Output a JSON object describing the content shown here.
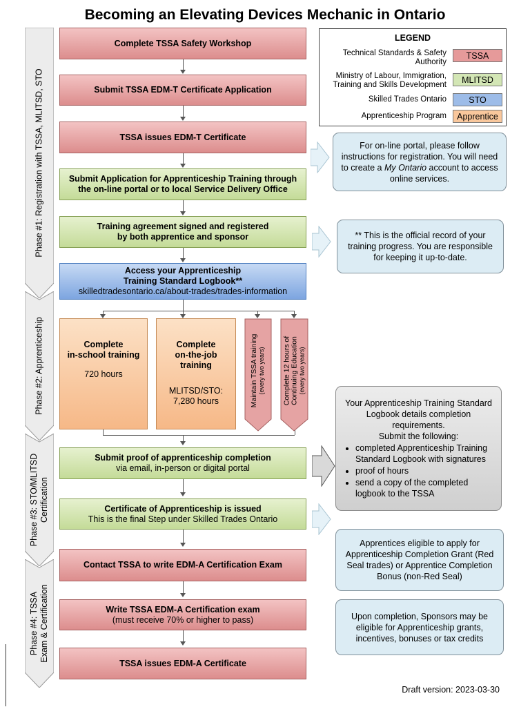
{
  "title": "Becoming an Elevating Devices Mechanic in Ontario",
  "phases": [
    {
      "label_lines": [
        "Phase #1: Registration with TSSA, MLITSD, STO"
      ]
    },
    {
      "label_lines": [
        "Phase #2: Apprenticeship"
      ]
    },
    {
      "label_lines": [
        "Phase #3: STO/MLITSD",
        "Certification"
      ]
    },
    {
      "label_lines": [
        "Phase #4: TSSA",
        "Exam & Certification"
      ]
    }
  ],
  "legend": {
    "title": "LEGEND",
    "rows": [
      {
        "text": "Technical Standards & Safety Authority",
        "chip": "TSSA",
        "color": "#e69a9a"
      },
      {
        "text": "Ministry of Labour, Immigration, Training and Skills Development",
        "chip": "MLITSD",
        "color": "#d3e6b5"
      },
      {
        "text": "Skilled Trades Ontario",
        "chip": "STO",
        "color": "#9dbce8"
      },
      {
        "text": "Apprenticeship Program",
        "chip": "Apprentice",
        "color": "#f9c79c"
      }
    ]
  },
  "steps": {
    "s1": "Complete TSSA Safety Workshop",
    "s2": "Submit TSSA EDM-T Certificate Application",
    "s3": "TSSA issues EDM-T Certificate",
    "s4_line1": "Submit Application for Apprenticeship Training through",
    "s4_line2": "the on-line portal or to local Service Delivery Office",
    "s5_line1": "Training agreement signed and registered",
    "s5_line2": "by both apprentice and sponsor",
    "s6_line1": "Access your Apprenticeship",
    "s6_line2": "Training Standard Logbook**",
    "s6_line3": "skilledtradesontario.ca/about-trades/trades-information",
    "school_line1": "Complete",
    "school_line2": "in-school training",
    "school_hours": "720 hours",
    "job_line1": "Complete",
    "job_line2": "on-the-job",
    "job_line3": "training",
    "job_hours_line1": "MLITSD/STO:",
    "job_hours_line2": "7,280 hours",
    "ribbon1_line1": "Maintain TSSA training",
    "ribbon1_line2": "(every two years)",
    "ribbon2_line1": "Complete 12 hours of",
    "ribbon2_line2": "Continuing Education",
    "ribbon2_line3": "(every two years)",
    "s7_line1": "Submit proof of apprenticeship completion",
    "s7_line2": "via email, in-person or digital portal",
    "s8_line1": "Certificate of Apprenticeship is issued",
    "s8_line2": "This is the final Step under Skilled Trades Ontario",
    "s9": "Contact TSSA to write EDM-A Certification Exam",
    "s10_line1": "Write TSSA EDM-A Certification exam",
    "s10_line2": "(must receive 70% or higher to pass)",
    "s11": "TSSA issues EDM-A Certificate"
  },
  "notes": {
    "n1_pre": "For on-line portal, please follow instructions for registration. You will need to create a ",
    "n1_em": "My Ontario",
    "n1_post": " account to access online services.",
    "n2": "** This is the official record of your training progress. You are responsible for keeping it up-to-date.",
    "n3_intro": "Your Apprenticeship Training Standard Logbook details completion requirements.",
    "n3_submit": "Submit the following:",
    "n3_items": [
      "completed Apprenticeship Training Standard Logbook with signatures",
      "proof of hours",
      "send a copy of the completed logbook to the TSSA"
    ],
    "n4": "Apprentices eligible to apply for Apprenticeship Completion Grant (Red Seal trades) or Apprentice Completion Bonus (non-Red Seal)",
    "n5": "Upon completion, Sponsors may be eligible for Apprenticeship grants, incentives, bonuses or tax credits"
  },
  "draft": "Draft version: 2023-03-30"
}
